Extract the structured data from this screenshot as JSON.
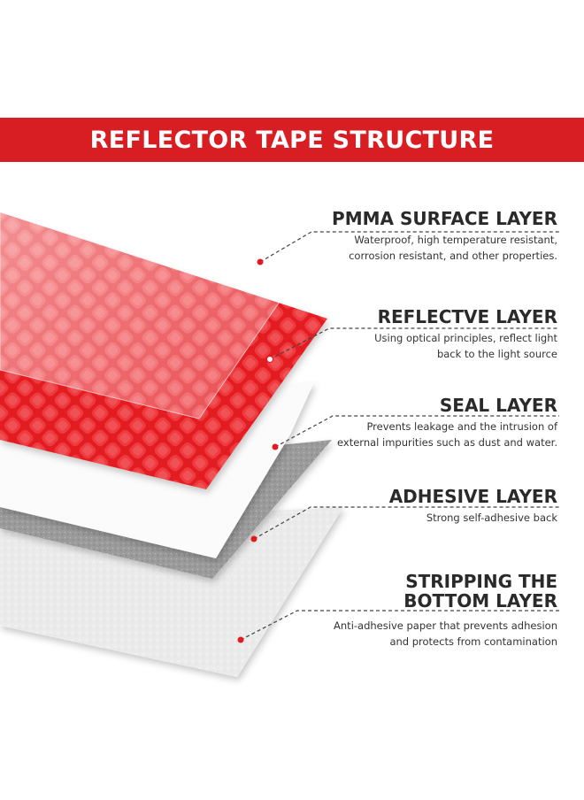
{
  "banner": {
    "title": "REFLECTOR TAPE STRUCTURE",
    "color": "#d81e22"
  },
  "layers": [
    {
      "title": "PMMA SURFACE LAYER",
      "description": [
        "Waterproof, high temperature resistant,",
        "corrosion resistant, and other properties."
      ]
    },
    {
      "title": "REFLECTVE LAYER",
      "description": [
        "Using optical principles, reflect light",
        "back to the light source"
      ]
    },
    {
      "title": "SEAL LAYER",
      "description": [
        "Prevents leakage and the intrusion of",
        "external impurities such as dust and water."
      ]
    },
    {
      "title": "ADHESIVE LAYER",
      "description": [
        "Strong self-adhesive back"
      ]
    },
    {
      "title": "STRIPPING THE BOTTOM LAYER",
      "title_lines": [
        "STRIPPING THE",
        "BOTTOM LAYER"
      ],
      "description": [
        "Anti-adhesive paper that prevents adhesion",
        "and protects from contamination"
      ]
    }
  ],
  "colors": {
    "reflective": "#e8141c",
    "adhesive": "#9a9a9a",
    "stripping": "#e9e9e9",
    "leader": "#444444",
    "marker": "#e01b22"
  }
}
